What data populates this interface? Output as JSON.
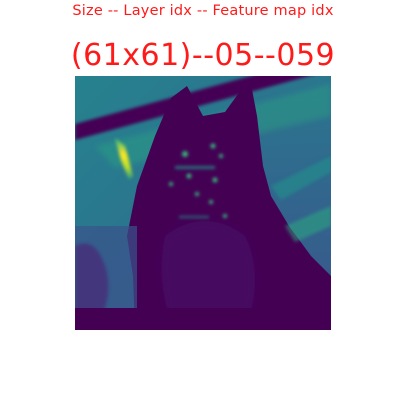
{
  "header": {
    "caption": "Size -- Layer idx -- Feature map idx"
  },
  "feature_map": {
    "title": "(61x61)--05--059",
    "colormap": "viridis",
    "subject": "cat"
  },
  "colors": {
    "text": "#ff1a1a",
    "background": "#ffffff",
    "map_dark": "#440154",
    "map_mid": "#2a788e",
    "map_high": "#7ad151",
    "map_peak": "#fde725"
  }
}
